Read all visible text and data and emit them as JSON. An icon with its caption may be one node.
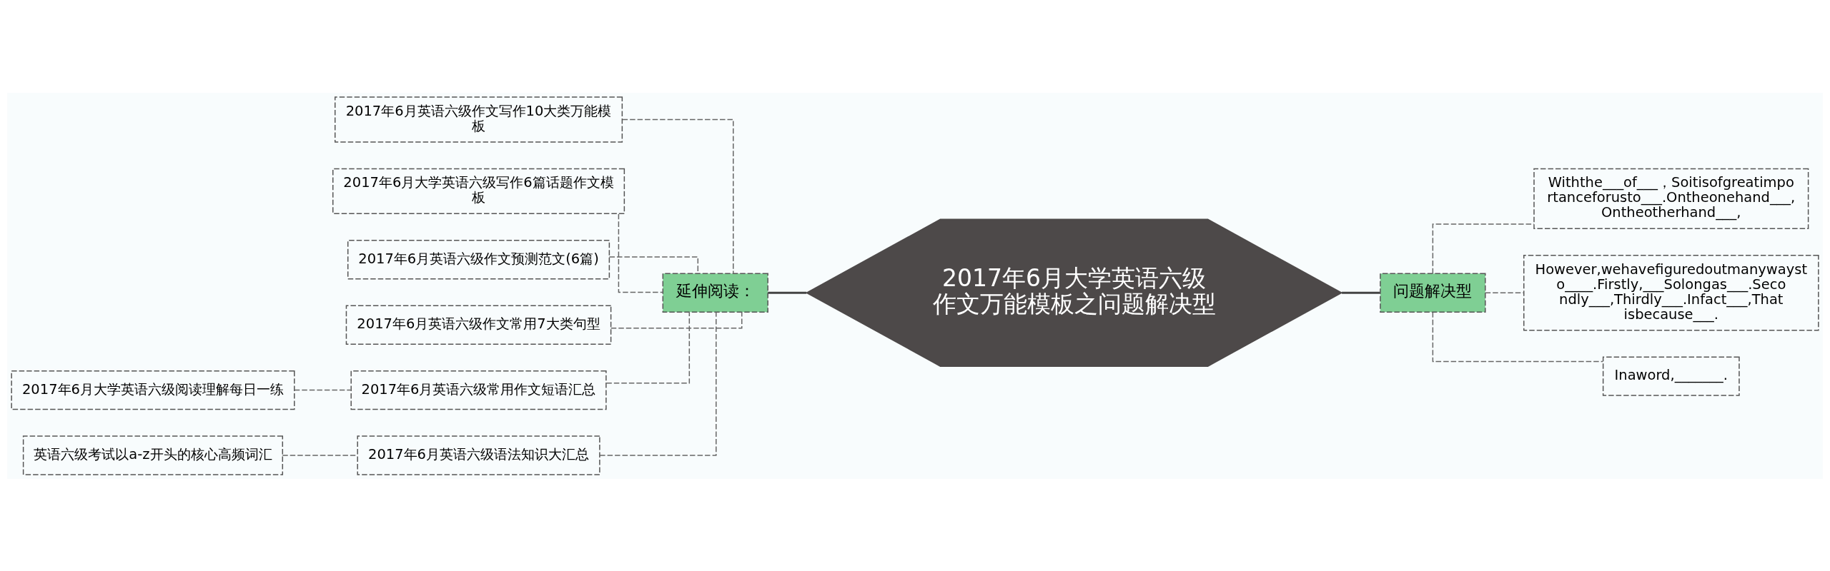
{
  "diagram": {
    "nodes": [
      {
        "text": [
          "2017年6月大学英语六级作文万能模板之问题解决型"
        ]
      },
      {
        "text": [
          "问题解决型"
        ]
      },
      {
        "text": [
          "Withthe___of___，Soitisofgreatimportanceforusto___.Ontheonehand___,Ontheotherhand___,"
        ]
      },
      {
        "text": [
          "However,wehavefiguredoutmanywaysto____.Firstly,___Solongas___.Secondly___,Thirdly___.Infact___,Thatisbecause___."
        ]
      },
      {
        "text": [
          "Inaword,_______."
        ]
      },
      {
        "text": [
          "延伸阅读："
        ]
      },
      {
        "text": [
          "2017年6月英语六级作文写作10大类万能模板"
        ]
      },
      {
        "text": [
          "2017年6月大学英语六级写作6篇话题作文模板"
        ]
      },
      {
        "text": [
          "2017年6月英语六级作文预测范文(6篇)"
        ]
      },
      {
        "text": [
          "2017年6月英语六级作文常用7大类句型"
        ]
      },
      {
        "text": [
          "2017年6月英语六级常用作文短语汇总"
        ]
      },
      {
        "text": [
          "2017年6月英语六级语法知识大汇总"
        ]
      },
      {
        "text": [
          "2017年6月大学英语六级阅读理解每日一练"
        ]
      },
      {
        "text": [
          "英语六级考试以a-z开头的核心高频词汇"
        ]
      }
    ],
    "edges": [
      {
        "from": 0,
        "to": 1,
        "arrow": "none"
      },
      {
        "from": 1,
        "to": 2,
        "arrow": "none",
        "style": "dashed"
      },
      {
        "from": 1,
        "to": 3,
        "arrow": "none",
        "style": "dashed"
      },
      {
        "from": 1,
        "to": 4,
        "arrow": "none",
        "style": "dashed"
      },
      {
        "from": 0,
        "to": 5,
        "arrow": "none"
      },
      {
        "from": 5,
        "to": 6,
        "arrow": "none",
        "style": "dashed"
      },
      {
        "from": 5,
        "to": 7,
        "arrow": "none",
        "style": "dashed"
      },
      {
        "from": 5,
        "to": 8,
        "arrow": "none",
        "style": "dashed"
      },
      {
        "from": 5,
        "to": 9,
        "arrow": "none",
        "style": "dashed"
      },
      {
        "from": 5,
        "to": 10,
        "arrow": "none",
        "style": "dashed"
      },
      {
        "from": 5,
        "to": 11,
        "arrow": "none",
        "style": "dashed"
      },
      {
        "from": 10,
        "to": 12,
        "arrow": "none",
        "style": "dashed"
      },
      {
        "from": 11,
        "to": 13,
        "arrow": "none",
        "style": "dashed"
      }
    ]
  }
}
